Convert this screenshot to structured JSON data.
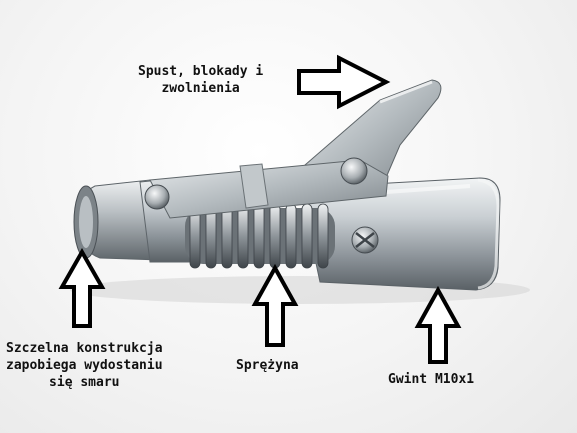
{
  "labels": {
    "trigger": {
      "lines": [
        "Spust, blokady i",
        "zwolnienia"
      ]
    },
    "seal": {
      "lines": [
        "Szczelna konstrukcja",
        "zapobiega wydostaniu",
        "się smaru"
      ]
    },
    "spring": {
      "lines": [
        "Sprężyna"
      ]
    },
    "thread": {
      "lines": [
        "Gwint M10x1"
      ]
    }
  },
  "colors": {
    "text": "#111111",
    "arrow_fill": "#ffffff",
    "arrow_stroke": "#000000",
    "metal_light": "#d9dde0",
    "metal_mid": "#9aa1a6",
    "metal_dark": "#4b5257"
  },
  "icons": [
    "arrow-right-icon",
    "arrow-up-icon"
  ]
}
